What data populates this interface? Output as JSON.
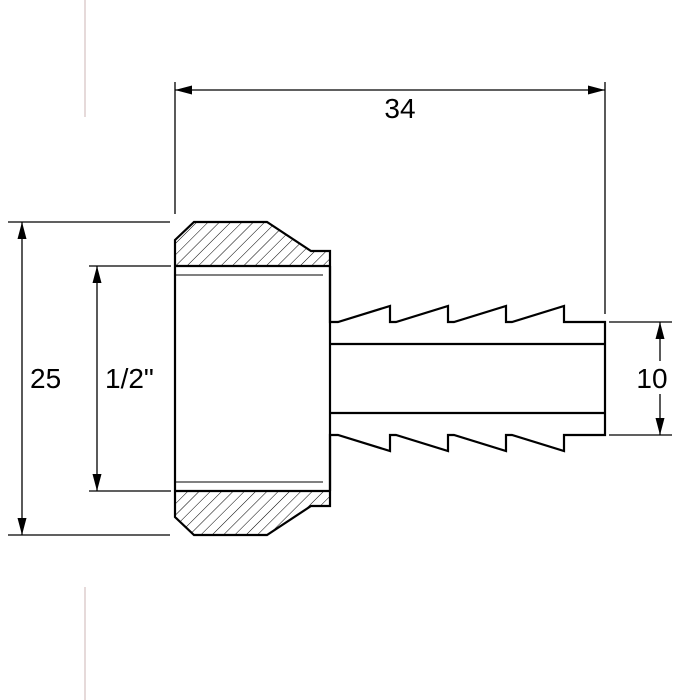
{
  "drawing": {
    "colors": {
      "background": "#ffffff",
      "line": "#000000",
      "guide": "#e6dada"
    },
    "dimensions": {
      "overall_length": {
        "label": "34"
      },
      "body_height": {
        "label": "25"
      },
      "thread_size": {
        "label": "1/2\""
      },
      "barb_diameter": {
        "label": "10"
      }
    }
  }
}
